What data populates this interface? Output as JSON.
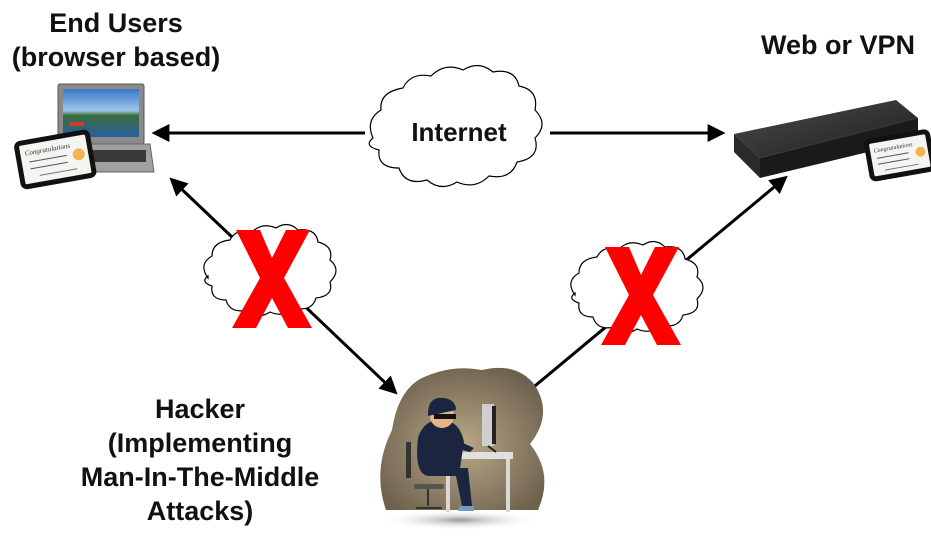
{
  "nodes": {
    "end_users": {
      "title": "End Users",
      "subtitle": "(browser based)",
      "icon": "laptop-icon"
    },
    "server": {
      "title": "Web or VPN",
      "icon": "rack-server-icon"
    },
    "hacker": {
      "lines": [
        "Hacker",
        "(Implementing",
        "Man-In-The-Middle",
        "Attacks)"
      ],
      "icon": "hacker-icon"
    },
    "internet": {
      "label": "Internet",
      "icon": "cloud-icon"
    }
  },
  "certificate": {
    "text": "Congratulations",
    "icon": "certificate-icon"
  },
  "blocked_marker": {
    "icon": "x-mark-icon",
    "color": "#ff0000"
  },
  "colors": {
    "arrow": "#000000",
    "blocked": "#ff0000",
    "hacker_backdrop": "#8a7b63"
  }
}
